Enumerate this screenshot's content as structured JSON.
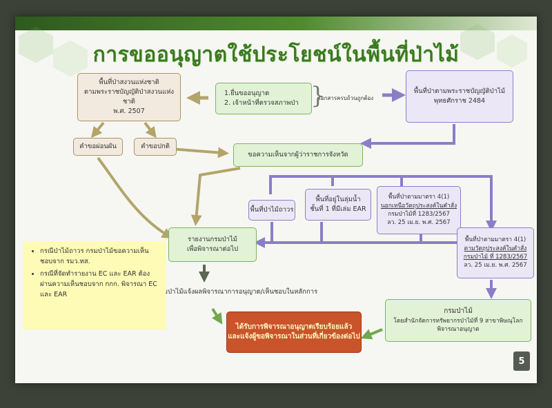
{
  "title": "การขออนุญาตใช้ประโยชน์ในพื้นที่ป่าไม้",
  "colors": {
    "title_green": "#3a7a1d",
    "olive_arrow": "#b3a46a",
    "purple_arrow": "#8b7ec7",
    "green_arrow": "#6fa84e",
    "red_box": "#c9532b",
    "note_yellow": "#fdfbb6"
  },
  "boxes": {
    "national_reserve": {
      "line1": "พื้นที่ป่าสงวนแห่งชาติ",
      "line2": "ตามพระราชบัญญัติป่าสงวนแห่งชาติ",
      "line3": "พ.ศ. 2507"
    },
    "steps": {
      "line1": "1.ยื่นขออนุญาต",
      "line2": "2. เจ้าหน้าที่ตรวจสภาพป่า"
    },
    "steps_note": "เอกสารครบถ้วนถูกต้อง",
    "forest_act": {
      "line1": "พื้นที่ป่าตามพระราชบัญญัติป่าไม้",
      "line2": "พุทธศักราช 2484"
    },
    "request_relaxation": "คำขอผ่อนผัน",
    "request_normal": "คำขอปกติ",
    "governor_opinion": "ขอความเห็นจากผู้ว่าราชการจังหวัด",
    "permanent_forest": "พื้นที่ป่าไม้ถาวร",
    "watershed": {
      "line1": "พื้นที่อยู่ในลุ่มน้ำ",
      "line2": "ชั้นที่ 1 ที่มีเล่ม EAR"
    },
    "section4_outside": {
      "line1": "พื้นที่ป่าตามมาตรา 4(1)",
      "line2": "นอกเหนือวัตถุประสงค์ในคำสั่ง",
      "line3": "กรมป่าไม้ที่ 1283/2567",
      "line4": "ลว. 25 เม.ย. พ.ศ. 2567"
    },
    "section4_inside": {
      "line1": "พื้นที่ป่าตามมาตรา 4(1)",
      "line2": "ตามวัตถุประสงค์ในคำสั่ง",
      "line3": "กรมป่าไม้ ที่ 1283/2567",
      "line4": "ลว. 25 เม.ย. พ.ศ. 2567"
    },
    "report_rfd": {
      "line1": "รายงานกรมป่าไม้",
      "line2": "เพื่อพิจารณาต่อไป"
    },
    "rfd_office": {
      "line1": "กรมป่าไม้",
      "line2": "โดยสำนักจัดการทรัพยากรป่าไม้ที่ 9 สาขาพิษณุโลก",
      "line3": "พิจารณาอนุญาต"
    },
    "result": {
      "line1": "ได้รับการพิจารณาอนุญาตเรียบร้อยแล้ว",
      "line2": "และแจ้งผู้ขอพิจารณาในส่วนที่เกี่ยวข้องต่อไป"
    }
  },
  "caption_rfd_notify": "กรมป่าไม้แจ้งผลพิจารณาการอนุญาต/เห็นชอบในหลักการ",
  "notes": [
    "กรณีป่าไม้ถาวร กรมป่าไม้ขอความเห็นชอบจาก รมว.ทส.",
    "กรณีที่จัดทำรายงาน EC และ EAR ต้องผ่านความเห็นชอบจาก กกก. พิจารณา EC และ EAR"
  ],
  "page_number": "5"
}
